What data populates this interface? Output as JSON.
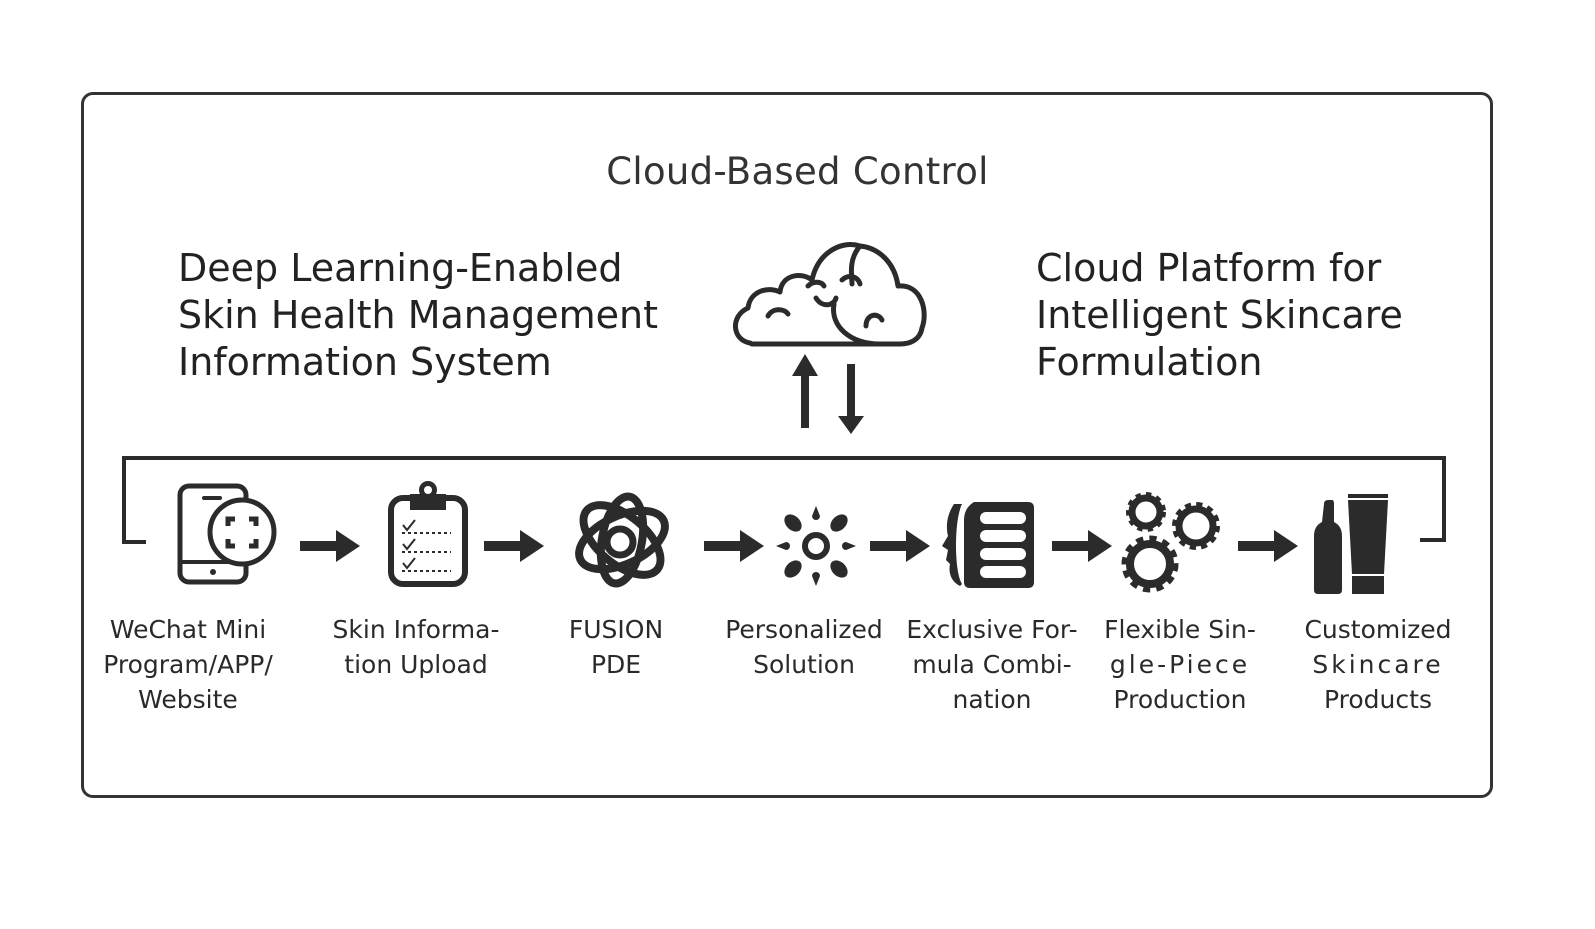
{
  "title": "Cloud-Based Control",
  "left_system": {
    "lines": [
      "Deep Learning-Enabled",
      "Skin Health Management",
      "Information System"
    ]
  },
  "right_system": {
    "lines": [
      "Cloud Platform for",
      "Intelligent Skincare",
      "Formulation"
    ]
  },
  "center_icon": "brain-cloud-icon",
  "sync_icon": "up-down-arrows-icon",
  "steps": [
    {
      "icon": "phone-scan-icon",
      "lines": [
        "WeChat Mini",
        "Program/APP/",
        "Website"
      ]
    },
    {
      "icon": "clipboard-checklist-icon",
      "lines": [
        "Skin Informa-",
        "tion Upload"
      ]
    },
    {
      "icon": "atom-fusion-icon",
      "lines": [
        "FUSION",
        "PDE"
      ]
    },
    {
      "icon": "sun-drops-icon",
      "lines": [
        "Personalized",
        "Solution"
      ]
    },
    {
      "icon": "face-formula-icon",
      "lines": [
        "Exclusive For-",
        "mula Combi-",
        "nation"
      ]
    },
    {
      "icon": "gears-icon",
      "lines": [
        "Flexible Sin-",
        "gle-Piece",
        "Production"
      ]
    },
    {
      "icon": "skincare-bottles-icon",
      "lines": [
        "Customized",
        "Skincare",
        "Products"
      ]
    }
  ],
  "colors": {
    "stroke": "#2b2b2b",
    "frame": "#333333",
    "text": "#2a2a2a",
    "background": "#ffffff"
  }
}
